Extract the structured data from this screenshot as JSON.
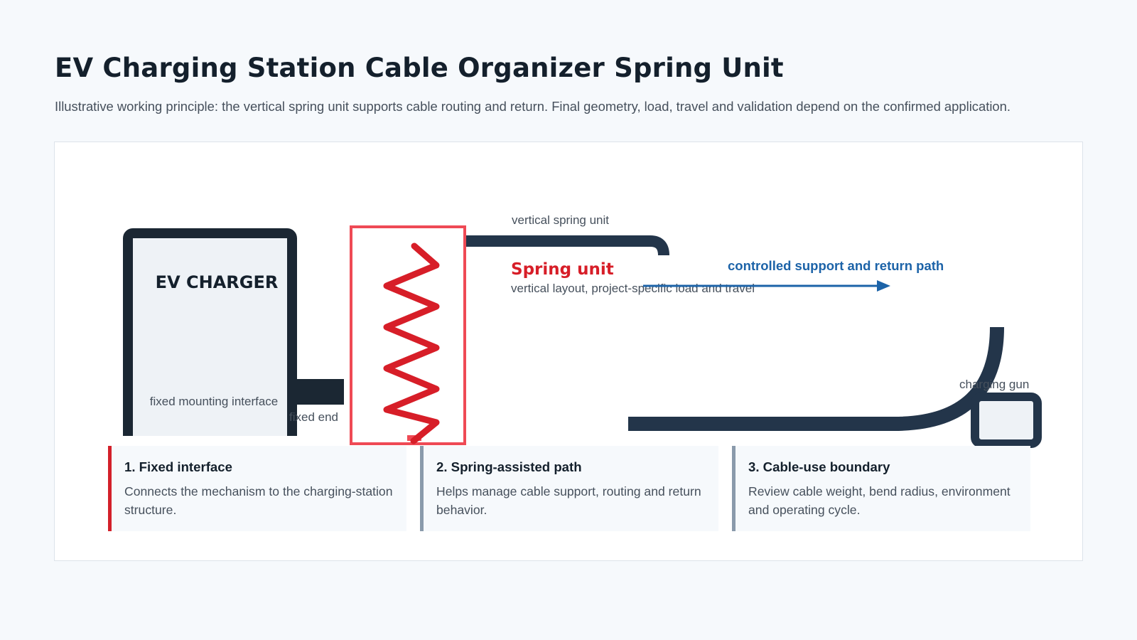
{
  "header": {
    "title": "EV Charging Station Cable Organizer Spring Unit",
    "subtitle": "Illustrative working principle: the vertical spring unit supports cable routing and return. Final geometry, load, travel and validation depend on the confirmed application."
  },
  "diagram": {
    "charger_label": "EV CHARGER",
    "mounting_label": "fixed mounting interface",
    "fixed_end_label": "fixed end",
    "spring_top_label": "vertical spring unit",
    "spring_title": "Spring unit",
    "spring_desc": "vertical layout, project-specific load and travel",
    "path_label": "controlled support and return path",
    "gun_label": "charging gun"
  },
  "cards": [
    {
      "title": "1. Fixed interface",
      "desc": "Connects the mechanism to the charging-station structure."
    },
    {
      "title": "2. Spring-assisted path",
      "desc": "Helps manage cable support, routing and return behavior."
    },
    {
      "title": "3. Cable-use boundary",
      "desc": "Review cable weight, bend radius, environment and operating cycle."
    }
  ],
  "colors": {
    "dark": "#23354a",
    "spring_red": "#d71e28",
    "frame_red": "#ef4a55",
    "path_blue": "#1c63a8",
    "charger_fill": "#eef2f6"
  }
}
